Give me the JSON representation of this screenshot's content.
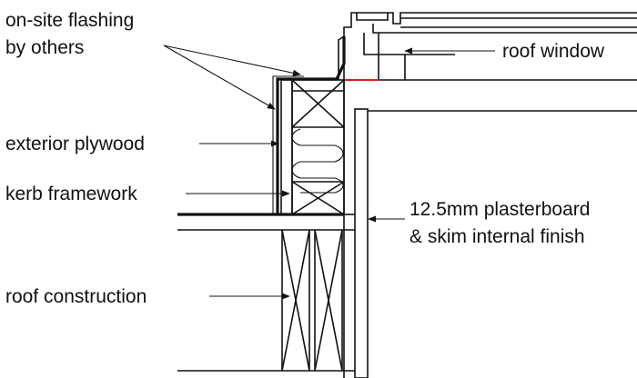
{
  "labels": {
    "flashing_line1": "on-site flashing",
    "flashing_line2": "by others",
    "roof_window": "roof window",
    "exterior_plywood": "exterior plywood",
    "kerb_framework": "kerb framework",
    "plasterboard_line1": "12.5mm plasterboard",
    "plasterboard_line2": "& skim internal finish",
    "roof_construction": "roof construction"
  },
  "colors": {
    "ink": "#111111",
    "seal_line": "#e02020"
  }
}
